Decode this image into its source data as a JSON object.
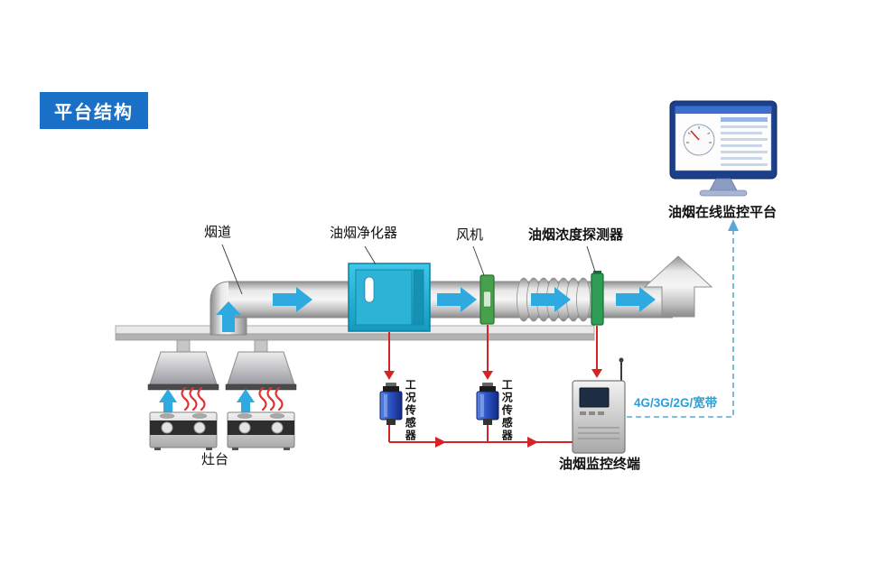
{
  "badge": {
    "label": "平台结构"
  },
  "labels": {
    "duct": "烟道",
    "purifier": "油烟净化器",
    "fan": "风机",
    "detector": "油烟浓度探测器",
    "platform": "油烟在线监控平台",
    "stoves": "灶台",
    "sensor_left": "工况传感器",
    "sensor_right": "工况传感器",
    "terminal": "油烟监控终端",
    "network": "4G/3G/2G/宽带"
  },
  "colors": {
    "badge_bg": "#1a70c7",
    "purifier_teal": "#29b4d8",
    "flow_arrow_blue": "#2eaae1",
    "signal_red": "#d42424",
    "network_blue": "#2a9fd8",
    "pipe_gray": "#c9c9c9",
    "fan_green": "#46a04c",
    "detector_green": "#2f9e54",
    "sensor_blue": "#2a50c0",
    "monitor_frame_navy": "#1c3f8c"
  }
}
